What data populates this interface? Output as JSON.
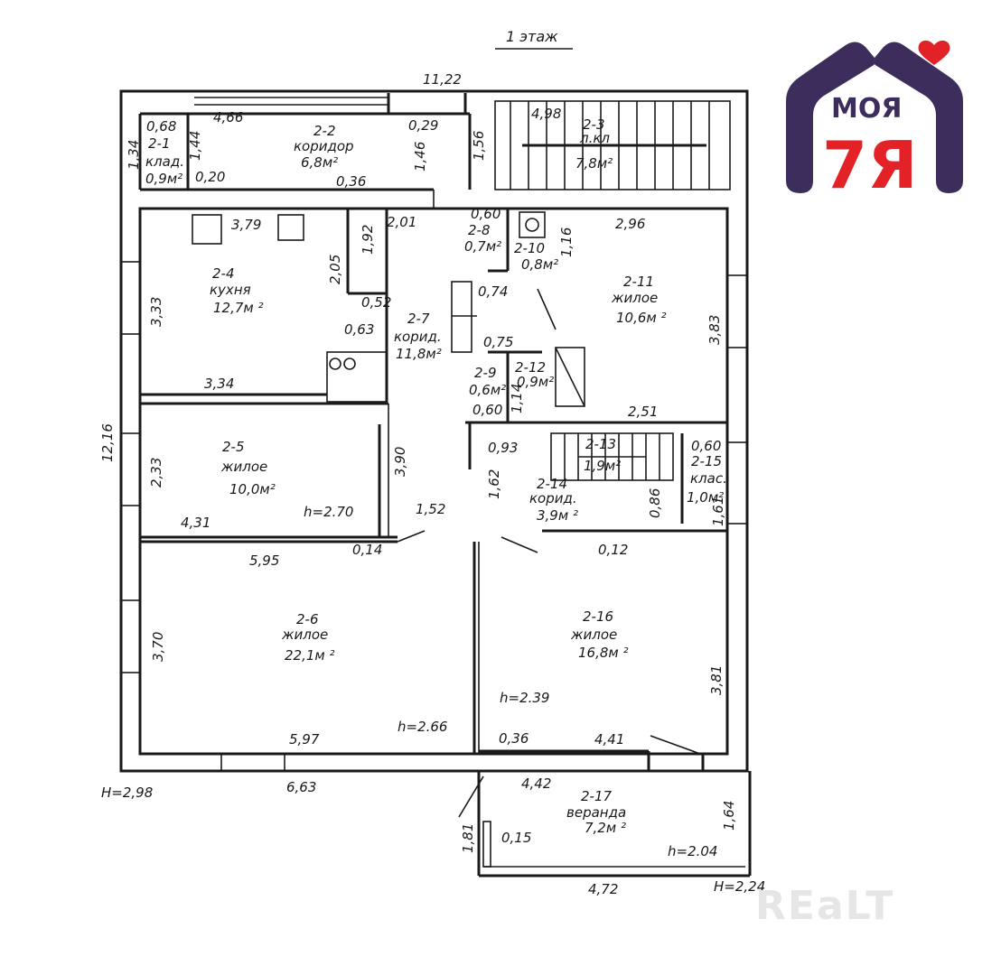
{
  "title": "1 этаж",
  "logo": {
    "top": "МОЯ",
    "bottom": "7Я",
    "colors": {
      "roof": "#3d2d5c",
      "text": "#e32227",
      "heart": "#e32227"
    }
  },
  "watermark": "REaLT",
  "heights": {
    "H_left": "H=2,98",
    "H_right": "H=2,24"
  },
  "rooms": [
    {
      "id": "2-1",
      "name": "клад.",
      "area": "0,9м²"
    },
    {
      "id": "2-2",
      "name": "коридор",
      "area": "6,8м²"
    },
    {
      "id": "2-3",
      "name": "л.кл",
      "area": "7,8м²"
    },
    {
      "id": "2-4",
      "name": "кухня",
      "area": "12,7м ²"
    },
    {
      "id": "2-5",
      "name": "жилое",
      "area": "10,0м²"
    },
    {
      "id": "2-6",
      "name": "жилое",
      "area": "22,1м ²"
    },
    {
      "id": "2-7",
      "name": "корид.",
      "area": "11,8м²"
    },
    {
      "id": "2-8",
      "name": "",
      "area": "0,7м²"
    },
    {
      "id": "2-9",
      "name": "",
      "area": "0,6м²"
    },
    {
      "id": "2-10",
      "name": "",
      "area": "0,8м²"
    },
    {
      "id": "2-11",
      "name": "жилое",
      "area": "10,6м ²"
    },
    {
      "id": "2-12",
      "name": "",
      "area": "0,9м²"
    },
    {
      "id": "2-13",
      "name": "",
      "area": "1,9м²"
    },
    {
      "id": "2-14",
      "name": "корид.",
      "area": "3,9м ²"
    },
    {
      "id": "2-15",
      "name": "клас.",
      "area": "1,0м²"
    },
    {
      "id": "2-16",
      "name": "жилое",
      "area": "16,8м ²"
    },
    {
      "id": "2-17",
      "name": "веранда",
      "area": "7,2м ²"
    }
  ],
  "room_heights": [
    "h=2.70",
    "h=2.66",
    "h=2.39",
    "h=2.04"
  ],
  "dimensions": {
    "d1122": "11,22",
    "d068": "0,68",
    "d466": "4,66",
    "d134": "1,34",
    "d144": "1,44",
    "d020": "0,20",
    "d029": "0,29",
    "d036a": "0,36",
    "d146": "1,46",
    "d156": "1,56",
    "d498": "4,98",
    "d379": "3,79",
    "d201": "2,01",
    "d060a": "0,60",
    "d116": "1,16",
    "d296": "2,96",
    "d192": "1,92",
    "d205": "2,05",
    "d333": "3,33",
    "d052": "0,52",
    "d063": "0,63",
    "d074": "0,74",
    "d075": "0,75",
    "d383": "3,83",
    "d334": "3,34",
    "d060b": "0,60",
    "d114": "1,14",
    "d251": "2,51",
    "d1216": "12,16",
    "d093": "0,93",
    "d060c": "0,60",
    "d233": "2,33",
    "d390": "3,90",
    "d162": "1,62",
    "d086": "0,86",
    "d161": "1,61",
    "d431": "4,31",
    "d152": "1,52",
    "d595": "5,95",
    "d014": "0,14",
    "d012": "0,12",
    "d370": "3,70",
    "d381": "3,81",
    "d597": "5,97",
    "d036b": "0,36",
    "d441": "4,41",
    "d663": "6,63",
    "d442": "4,42",
    "d164": "1,64",
    "d181": "1,81",
    "d015": "0,15",
    "d472": "4,72"
  }
}
